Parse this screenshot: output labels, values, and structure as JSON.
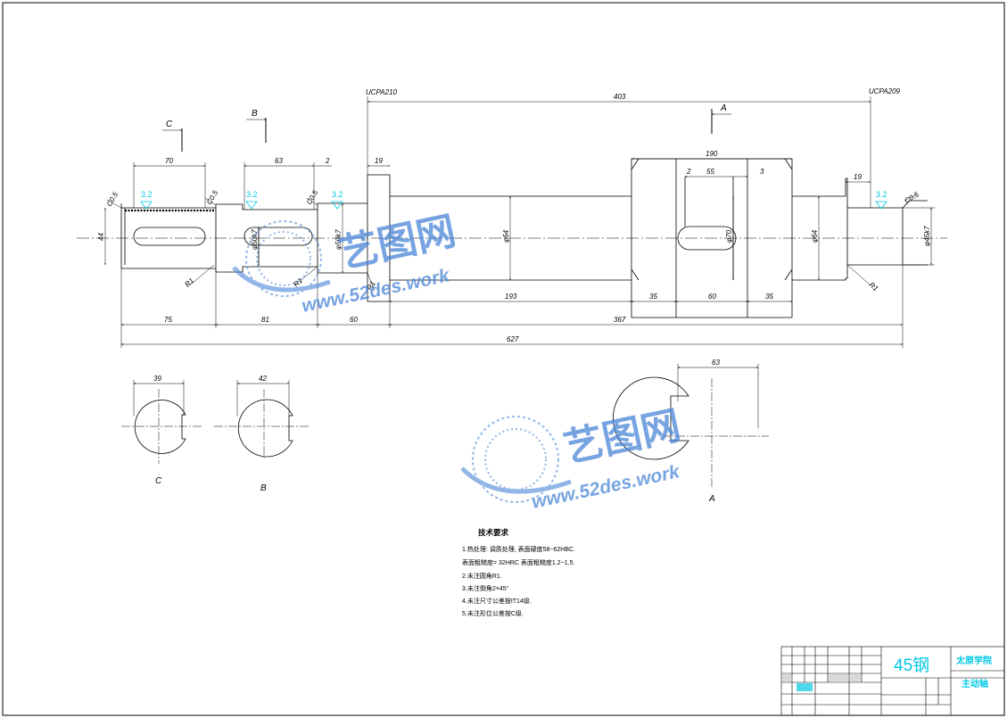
{
  "dimensions": {
    "len_70": "70",
    "len_63": "63",
    "len_2a": "2",
    "len_19a": "19",
    "len_403": "403",
    "len_190": "190",
    "len_2b": "2",
    "len_55": "55",
    "len_3": "3",
    "len_19b": "19",
    "len_75": "75",
    "len_81": "81",
    "len_60a": "60",
    "len_193": "193",
    "len_35a": "35",
    "len_60b": "60",
    "len_35b": "35",
    "len_367": "367",
    "len_627": "627",
    "dia_44": "44",
    "dia_50k7a": "φ50k7",
    "dia_50k7b": "φ50k7",
    "dia_64a": "φ64",
    "dia_70": "φ70",
    "dia_64b": "φ64",
    "dia_45k7": "φ45k7",
    "chamfer_left": "C0.5",
    "chamfer_a": "C0.5",
    "chamfer_b": "C0.5",
    "chamfer_right": "C0.5",
    "fillet_1": "R1",
    "fillet_2": "R1",
    "fillet_3": "R1",
    "fillet_4": "R1",
    "bearing_left": "UCPA210",
    "bearing_right": "UCPA209",
    "sec_c_width": "39",
    "sec_b_width": "42",
    "sec_a_width": "63"
  },
  "roughness": [
    "3.2",
    "3.2",
    "3.2",
    "3.2"
  ],
  "sections": {
    "c": "C",
    "b": "B",
    "a": "A"
  },
  "notes": {
    "title": "技术要求",
    "lines": [
      "1.热处理: 调质处理, 表面硬度58~62HBC.",
      "表面粗糙度= 32HRC 表面粗糙度1.2~1.5.",
      "2.未注圆角R1.",
      "3.未注倒角2×45°",
      "4.未注尺寸公差按IT14级.",
      "5.未注形位公差按C级."
    ]
  },
  "watermark": {
    "brand": "艺图网",
    "url": "www.52des.work"
  },
  "title_block": {
    "material": "45钢",
    "school": "太原学院",
    "part_name": "主动轴"
  },
  "colors": {
    "line": "#000000",
    "accent": "#00c8e6",
    "watermark": "#4a86d8"
  }
}
